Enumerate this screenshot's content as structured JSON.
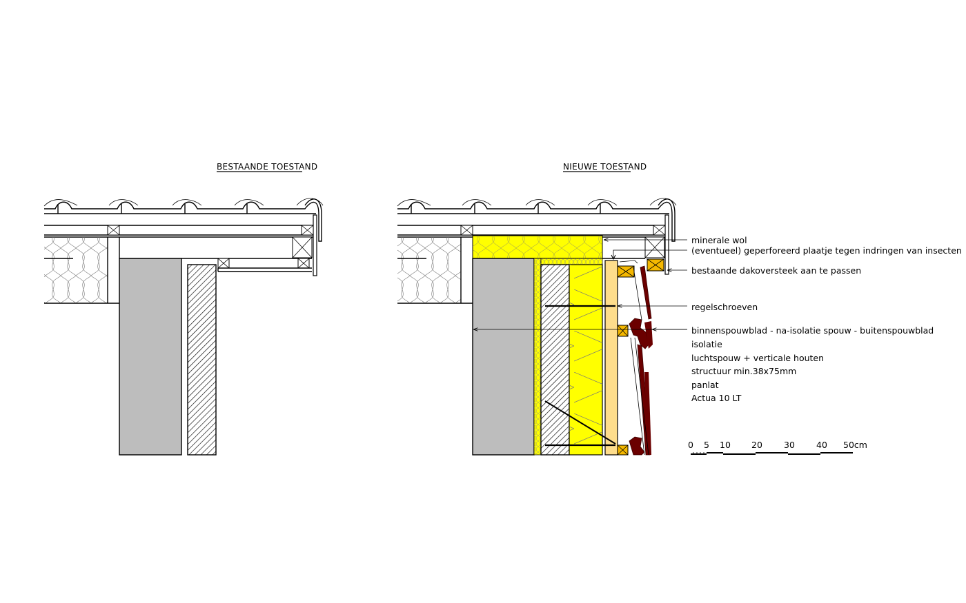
{
  "drawing": {
    "left_detail": {
      "title": "BESTAANDE TOESTAND"
    },
    "right_detail": {
      "title": "NIEUWE TOESTAND"
    },
    "annotations": [
      {
        "id": "minerale-wol",
        "text": "minerale wol"
      },
      {
        "id": "geperforeerd-plaatje",
        "text": "(eventueel) geperforeerd plaatje tegen indringen van insecten"
      },
      {
        "id": "dakoversteek",
        "text": "bestaande dakoversteek aan te passen"
      },
      {
        "id": "regelschroeven",
        "text": "regelschroeven"
      },
      {
        "id": "spouwbladen",
        "text": "binnenspouwblad - na-isolatie spouw - buitenspouwblad"
      },
      {
        "id": "isolatie",
        "text": "isolatie"
      },
      {
        "id": "luchtspouw",
        "text": "luchtspouw + verticale houten"
      },
      {
        "id": "structuur",
        "text": "structuur min.38x75mm"
      },
      {
        "id": "panlat",
        "text": "panlat"
      },
      {
        "id": "actua",
        "text": "Actua 10 LT"
      }
    ],
    "scale_bar": {
      "ticks": [
        "0",
        "5",
        "10",
        "20",
        "30",
        "40",
        "50cm"
      ]
    },
    "colors": {
      "concrete_grey": "#bdbdbd",
      "insulation_yellow": "#ffff00",
      "timber_light": "#fedd8c",
      "batten_orange": "#f5b800",
      "cladding_brown": "#6b0000"
    }
  }
}
